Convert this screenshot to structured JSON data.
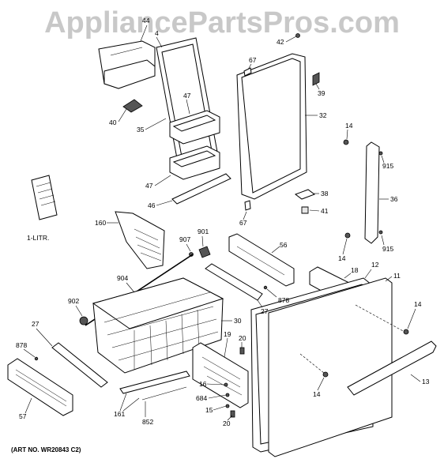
{
  "watermark": "AppliancePartsPros.com",
  "art_number": "(ART NO. WR20843 C2)",
  "callouts": {
    "c44": "44",
    "c4": "4",
    "c42": "42",
    "c67a": "67",
    "c39": "39",
    "c47a": "47",
    "c40": "40",
    "c35": "35",
    "c32": "32",
    "c14a": "14",
    "c915a": "915",
    "c47b": "47",
    "c46": "46",
    "c38": "38",
    "c36": "36",
    "c41": "41",
    "c67b": "67",
    "c160": "160",
    "c1litr": "1-LITR.",
    "c907": "907",
    "c901": "901",
    "c56": "56",
    "c14b": "14",
    "c915b": "915",
    "c904": "904",
    "c18": "18",
    "c12": "12",
    "c11": "11",
    "c902": "902",
    "c878a": "878",
    "c27a": "27",
    "c30": "30",
    "c27b": "27",
    "c14c": "14",
    "c878b": "878",
    "c19": "19",
    "c20a": "20",
    "c16": "16",
    "c684": "684",
    "c15": "15",
    "c20b": "20",
    "c13": "13",
    "c14d": "14",
    "c161": "161",
    "c852": "852",
    "c57": "57"
  }
}
